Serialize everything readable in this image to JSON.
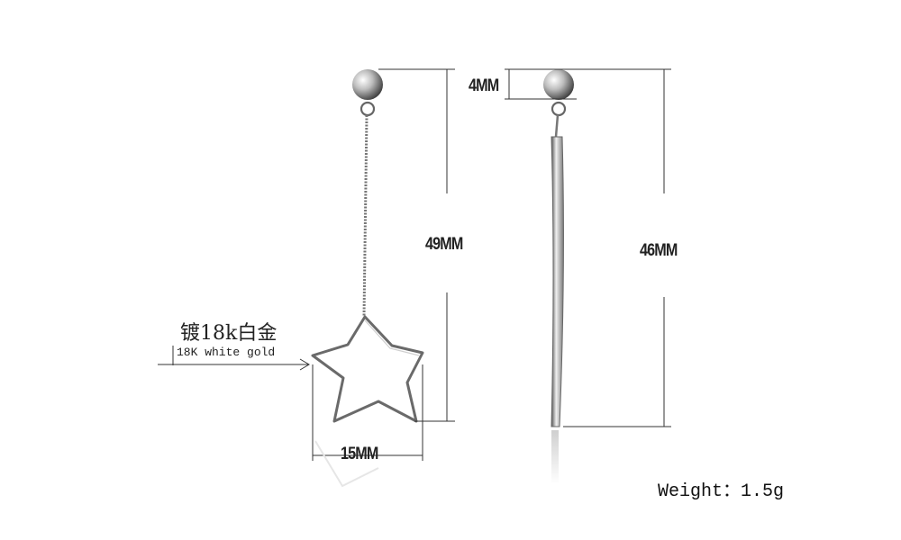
{
  "product": {
    "dimensions": {
      "star_drop_length": "49MM",
      "stud_height": "4MM",
      "bar_drop_length": "46MM",
      "star_width": "15MM"
    },
    "material": {
      "label_cn": "镀18k白金",
      "label_en": "18K white gold"
    },
    "weight": "Weight：1.5g"
  },
  "colors": {
    "background": "#ffffff",
    "silver_light": "#f2f2f2",
    "silver_dark": "#5a5a5a",
    "dimension_line": "#333333"
  }
}
